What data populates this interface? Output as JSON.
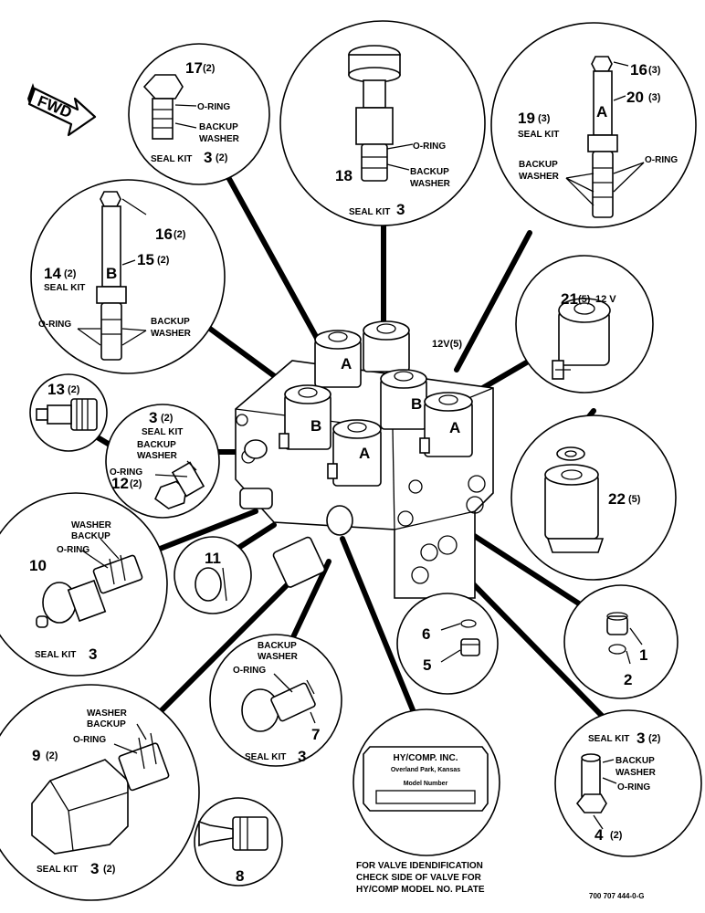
{
  "direction_label": "FWD",
  "drawing_number": "700 707 444-0-G",
  "solenoid_voltage_label": "12V(5)",
  "note_lines": [
    "FOR VALVE IDENDIFICATION",
    "CHECK SIDE OF VALVE FOR",
    "HY/COMP MODEL NO. PLATE"
  ],
  "nameplate": {
    "company": "HY/COMP. INC.",
    "city": "Overland Park, Kansas",
    "model_label": "Model Number"
  },
  "labels": {
    "o_ring": "O-RING",
    "backup": "BACKUP",
    "washer": "WASHER",
    "seal_kit": "SEAL KIT",
    "valve_a": "A",
    "valve_b": "B",
    "volt_12v": "12 V"
  },
  "parts": {
    "p1": "1",
    "p2": "2",
    "p3": "3",
    "p3q": "(2)",
    "p4": "4",
    "p4q": "(2)",
    "p5": "5",
    "p6": "6",
    "p7": "7",
    "p8": "8",
    "p9": "9",
    "p9q": "(2)",
    "p10": "10",
    "p11": "11",
    "p12": "12",
    "p12q": "(2)",
    "p13": "13",
    "p13q": "(2)",
    "p14": "14",
    "p14q": "(2)",
    "p15": "15",
    "p15q": "(2)",
    "p16a": "16",
    "p16aq": "(2)",
    "p16b": "16",
    "p16bq": "(3)",
    "p17": "17",
    "p17q": "(2)",
    "p18": "18",
    "p19": "19",
    "p19q": "(3)",
    "p20": "20",
    "p20q": "(3)",
    "p21": "21",
    "p21q": "(5)",
    "p22": "22",
    "p22q": "(5)"
  },
  "seal_kits": {
    "k3": "3",
    "k3q": "(2)"
  }
}
